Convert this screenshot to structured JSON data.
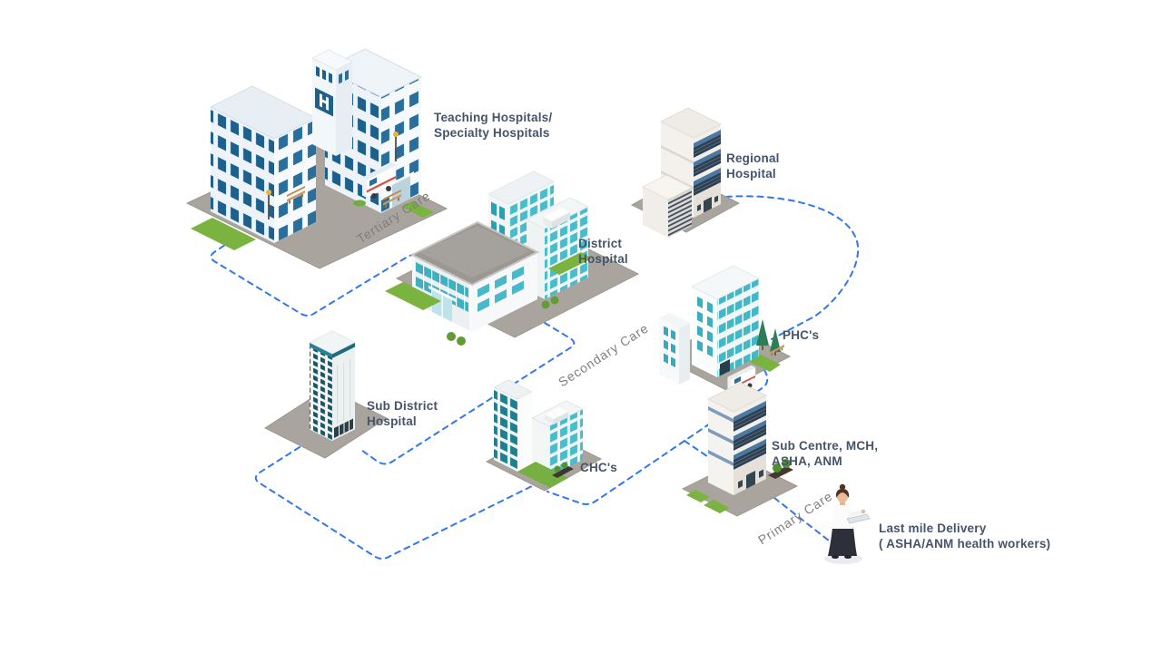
{
  "diagram": {
    "sites": {
      "teaching": {
        "label": "Teaching Hospitals/\nSpecialty Hospitals"
      },
      "regional": {
        "label": "Regional\nHospital"
      },
      "district": {
        "label": "District\nHospital"
      },
      "phc": {
        "label": "PHC's"
      },
      "sub_district": {
        "label": "Sub District\nHospital"
      },
      "chc": {
        "label": "CHC's"
      },
      "sub_centre": {
        "label": "Sub Centre, MCH,\nASHA, ANM"
      },
      "last_mile": {
        "label": "Last mile Delivery\n( ASHA/ANM health workers)"
      }
    },
    "care_levels": {
      "tertiary": "Tertiary Care",
      "secondary": "Secondary Care",
      "primary": "Primary Care"
    },
    "colors": {
      "connector_dash": "#3277ee",
      "label_text": "#44546a",
      "care_text": "#7f7f7f",
      "plot_gray": "#a9a59e",
      "grass_green": "#76b13f",
      "window_dark_blue": "#1d608c",
      "window_teal": "#46bccd",
      "slate_band": "#4b79a3",
      "navy_strip": "#2e3f50",
      "roof_gray": "#9b9893"
    }
  }
}
